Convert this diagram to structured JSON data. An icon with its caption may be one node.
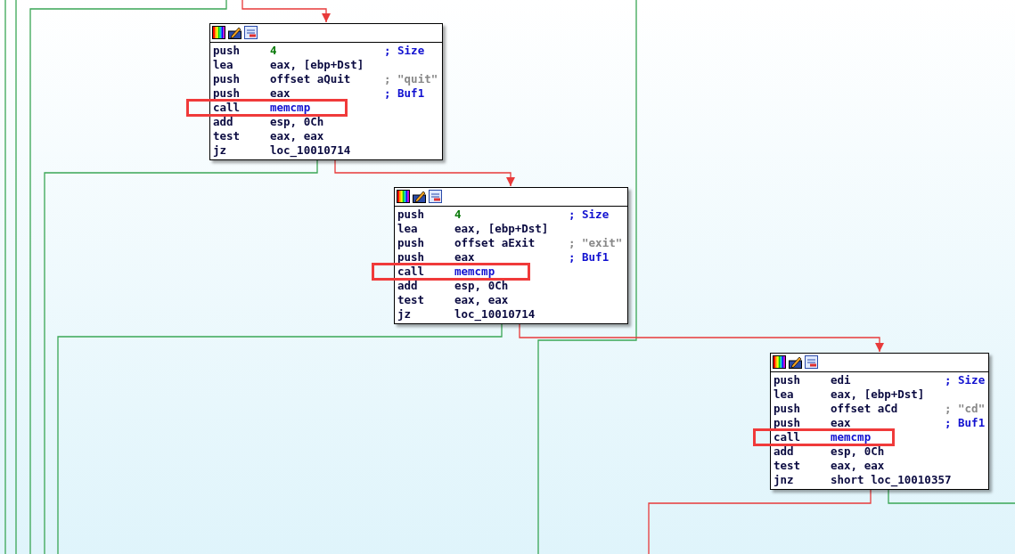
{
  "diagram": {
    "nodes": [
      {
        "text": [
          "push",
          "4",
          "; Size",
          "lea",
          "eax, [ebp+Dst]",
          "push",
          "offset aQuit",
          "; \"quit\"",
          "push",
          "eax",
          "; Buf1",
          "call",
          "memcmp",
          "add",
          "esp, 0Ch",
          "test",
          "eax, eax",
          "jz",
          "loc_10010714"
        ]
      },
      {
        "text": [
          "push",
          "4",
          "; Size",
          "lea",
          "eax, [ebp+Dst]",
          "push",
          "offset aExit",
          "; \"exit\"",
          "push",
          "eax",
          "; Buf1",
          "call",
          "memcmp",
          "add",
          "esp, 0Ch",
          "test",
          "eax, eax",
          "jz",
          "loc_10010714"
        ]
      },
      {
        "text": [
          "push",
          "edi",
          "; Size",
          "lea",
          "eax, [ebp+Dst]",
          "push",
          "offset aCd",
          "; \"cd\"",
          "push",
          "eax",
          "; Buf1",
          "call",
          "memcmp",
          "add",
          "esp, 0Ch",
          "test",
          "eax, eax",
          "jnz",
          "short loc_10010357"
        ]
      }
    ],
    "edges": [
      {
        "from": null,
        "to": 0,
        "arrow": "to"
      },
      {
        "from": 0,
        "to": 1,
        "arrow": "to"
      },
      {
        "from": 0,
        "to": null,
        "arrow": "none",
        "color": "#3aa655"
      },
      {
        "from": 1,
        "to": 2,
        "arrow": "to"
      },
      {
        "from": 1,
        "to": null,
        "arrow": "none",
        "color": "#3aa655"
      },
      {
        "from": 2,
        "to": null,
        "arrow": "none"
      },
      {
        "from": 2,
        "to": null,
        "arrow": "none",
        "color": "#3aa655"
      }
    ]
  }
}
